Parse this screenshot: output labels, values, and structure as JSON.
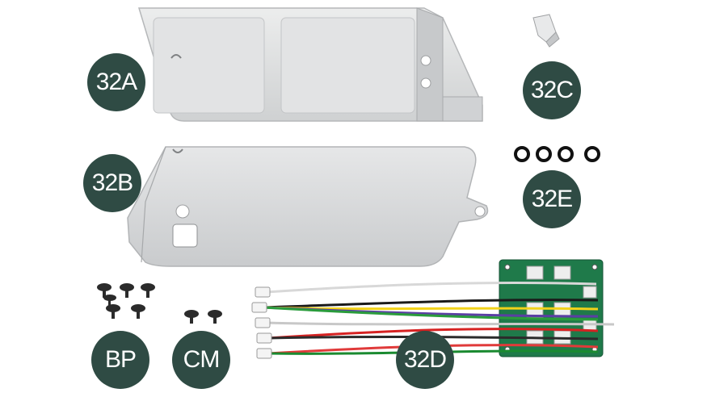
{
  "labels": {
    "part_32a": "32A",
    "part_32b": "32B",
    "part_32c": "32C",
    "part_32d": "32D",
    "part_32e": "32E",
    "part_bp": "BP",
    "part_cm": "CM"
  },
  "colors": {
    "badge": "#2f4b44",
    "panel": "#d9dadb",
    "panel_edge": "#b8babc",
    "pcb": "#1f7a4a"
  }
}
